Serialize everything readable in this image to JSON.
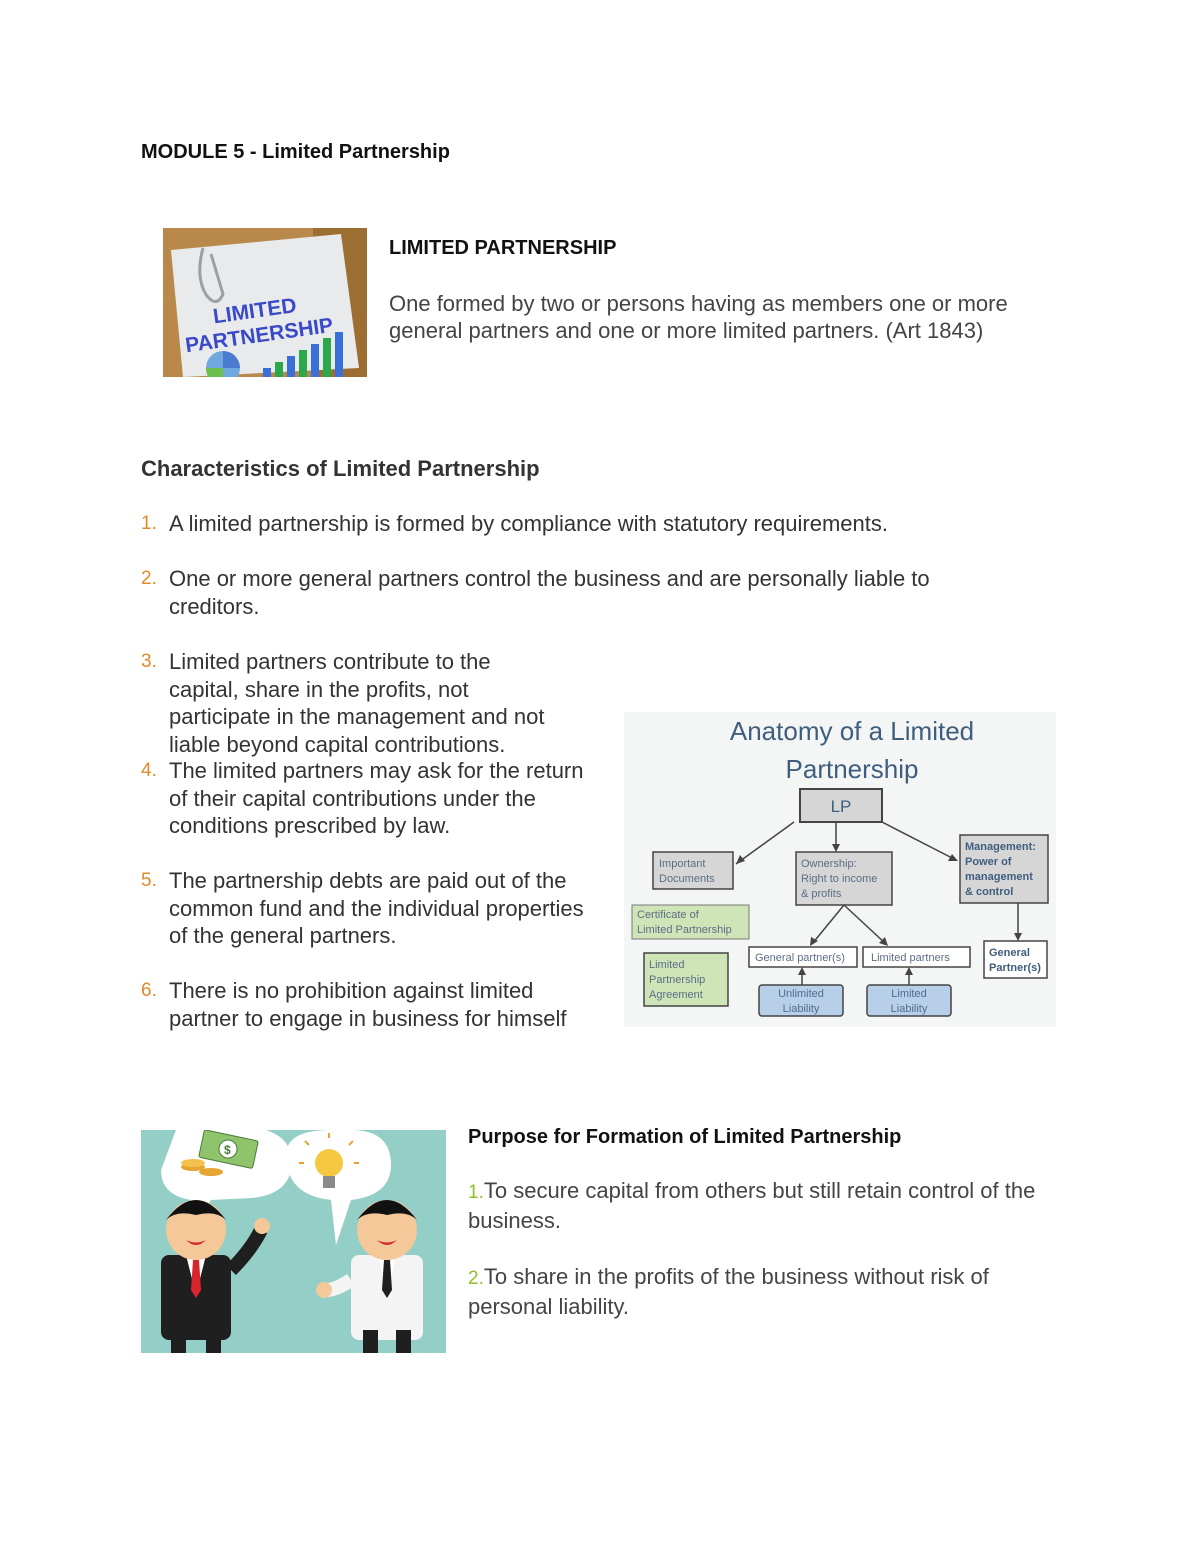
{
  "page": {
    "module_title": "MODULE 5 - Limited Partnership"
  },
  "intro": {
    "image_text": [
      "LIMITED",
      "PARTNERSHIP"
    ],
    "heading": "LIMITED PARTNERSHIP",
    "definition": "One formed by two or persons having as members one or more general partners and one or more limited partners. (Art 1843)"
  },
  "characteristics": {
    "heading": "Characteristics of Limited Partnership",
    "items": [
      {
        "num": "1.",
        "text": "A limited partnership is formed by compliance with statutory requirements."
      },
      {
        "num": "2.",
        "text": "One or more general partners control the business and are personally liable to creditors."
      },
      {
        "num": "3.",
        "text": "Limited partners contribute to the capital, share in the profits, not participate in the management and not liable beyond capital contributions."
      },
      {
        "num": "4.",
        "text": "The limited partners may ask for the return of their capital contributions under the conditions prescribed by law."
      },
      {
        "num": "5.",
        "text": "The partnership debts are paid out of the common fund and the individual properties of the general partners."
      },
      {
        "num": "6.",
        "text": "There is no prohibition against limited partner to engage in business for himself"
      }
    ]
  },
  "diagram": {
    "title_line1": "Anatomy of a Limited",
    "title_line2": "Partnership",
    "lp": "LP",
    "important_docs": [
      "Important",
      "Documents"
    ],
    "ownership": [
      "Ownership:",
      "Right to income",
      "& profits"
    ],
    "management": [
      "Management:",
      "Power of",
      "management",
      "& control"
    ],
    "certificate": [
      "Certificate of",
      "Limited Partnership"
    ],
    "agreement": [
      "Limited",
      "Partnership",
      "Agreement"
    ],
    "general_partners": "General partner(s)",
    "limited_partners": "Limited partners",
    "general_partner_box": [
      "General",
      "Partner(s)"
    ],
    "unlimited_liability": [
      "Unlimited",
      "Liability"
    ],
    "limited_liability": [
      "Limited",
      "Liability"
    ],
    "colors": {
      "gray_box": "#d6d6d6",
      "green_box": "#cfe5b8",
      "blue_box": "#b7cfe8",
      "title": "#3f5e7e"
    }
  },
  "purpose": {
    "heading": "Purpose for Formation of Limited Partnership",
    "items": [
      {
        "num": "1.",
        "text": "To secure capital from others but still retain control of the business."
      },
      {
        "num": "2.",
        "text": "To share in the profits of the business without risk of personal liability."
      }
    ]
  }
}
